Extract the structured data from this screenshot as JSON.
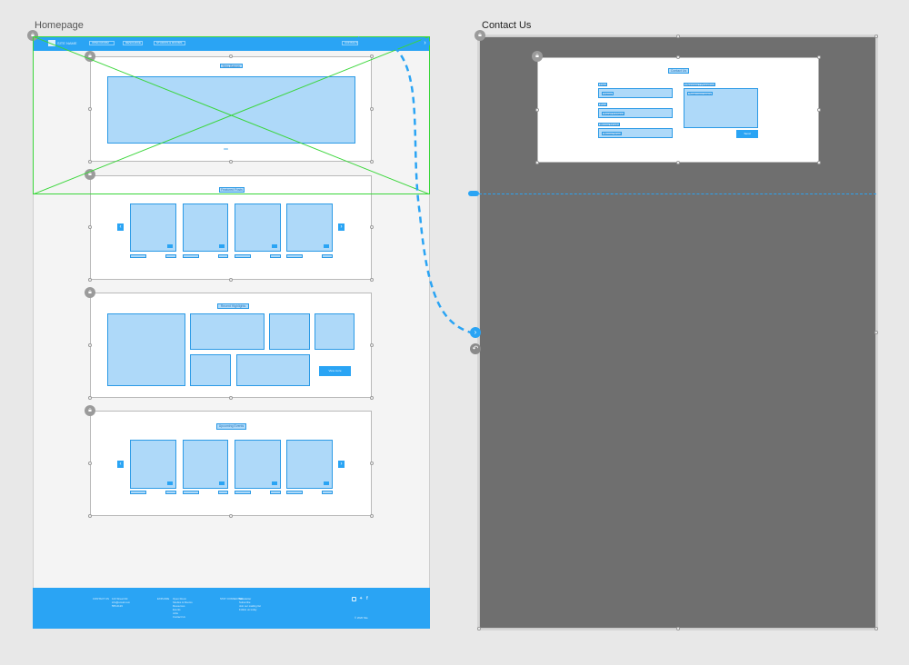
{
  "homepage": {
    "title": "Homepage",
    "nav": {
      "logo_text": "SITE NAME",
      "links": [
        "OPEN ROOM",
        "RESOURCE",
        "STUDIOS & ROOMS"
      ],
      "contact_label": "CONTACT"
    },
    "sections": [
      {
        "tag": "Hero Banner",
        "dots": "•••••"
      },
      {
        "tag": "Featured Posts"
      },
      {
        "tag": "Recent Highlights",
        "button_label": "View more"
      },
      {
        "tag": "Upcoming Events"
      }
    ],
    "footer": {
      "col1": [
        "CONTACT US",
        "123 Street Rd",
        "info@email.com",
        "555-0123"
      ],
      "col2": [
        "EXPLORE",
        "Open Room",
        "Studios & Rooms",
        "Resources",
        "Events",
        "Jobs",
        "Contact Us"
      ],
      "col3": [
        "STAY CONNECTED",
        "Newsletter",
        "Subscribe",
        "Join our mailing list",
        "Follow us today"
      ],
      "copyright": "© 2020 Site"
    }
  },
  "contact": {
    "title": "Contact Us",
    "form_tag": "Contact Us",
    "fields": [
      "Name",
      "Email",
      "Phone Number"
    ],
    "field_placeholders": [
      "Name",
      "Email Address",
      "Phone Number"
    ],
    "message_label": "Message / Questions / Comments",
    "message_placeholder": "Type your message",
    "send_label": "Send"
  },
  "icons": {
    "lock": "lock-icon",
    "arrow_left": "arrow-left-icon",
    "arrow_right": "arrow-right-icon",
    "flow_target": "chevron-right-icon",
    "back": "back-arrow-icon",
    "social": [
      "instagram-icon",
      "twitter-icon",
      "facebook-icon"
    ]
  },
  "colors": {
    "accent": "#2aa4f4",
    "placeholder": "#aed9f9",
    "prototype_link": "#2aa4f4",
    "scroll_region": "#3ad63a",
    "contact_bg": "#6f6f6f"
  }
}
